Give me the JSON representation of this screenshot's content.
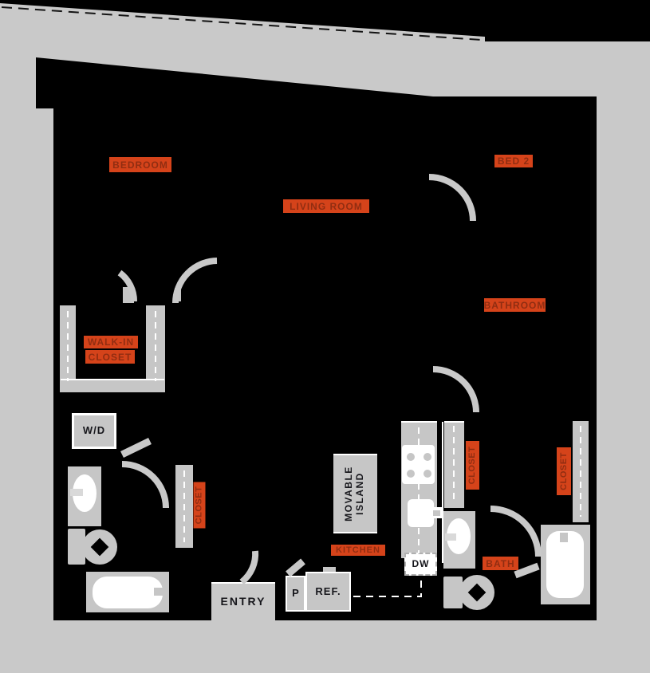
{
  "colors": {
    "accent_orange": "#d5431a",
    "surround_gray": "#c9c9c9",
    "fixture_gray": "#c6c6c6",
    "unit_black": "#000000",
    "detail_white": "#ffffff",
    "label_dark": "#17171c"
  },
  "rooms": {
    "bedroom": "BEDROOM",
    "living_room": "LIVING ROOM",
    "bed_2": "BED 2",
    "bathroom_2": "BATHROOM",
    "bath": "BATH",
    "kitchen": "KITCHEN",
    "walk_in_line_1": "WALK-IN",
    "walk_in_line_2": "CLOSET",
    "entry": "ENTRY"
  },
  "closets": [
    "CLOSET",
    "CLOSET",
    "CLOSET"
  ],
  "fixtures": {
    "washer_dryer": "W/D",
    "pantry": "P",
    "refrigerator": "REF.",
    "dishwasher": "DW",
    "island_line_1": "MOVABLE",
    "island_line_2": "ISLAND"
  }
}
